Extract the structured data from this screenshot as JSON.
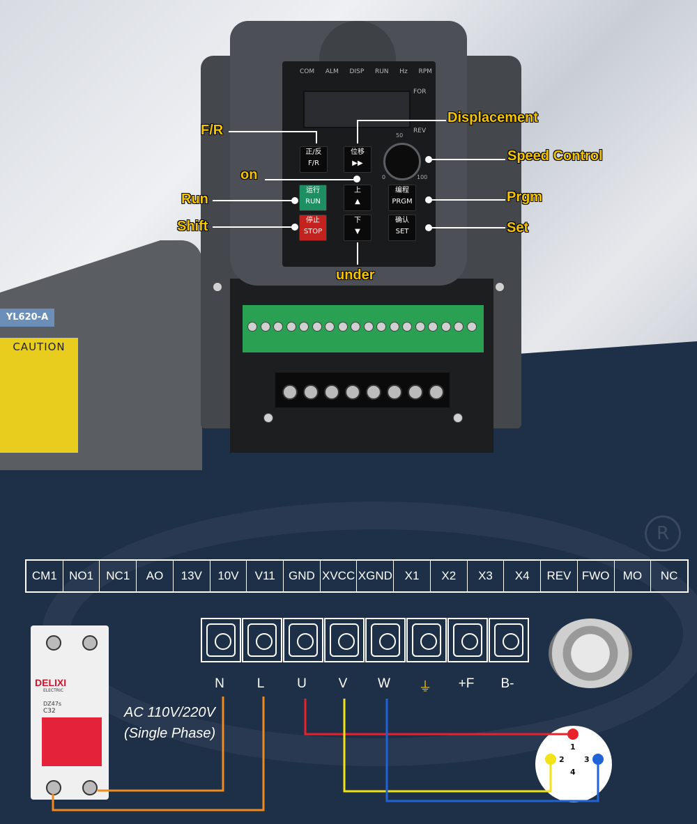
{
  "model_tag": "YL620-A",
  "caution_label": "CAUTION",
  "status_leds": [
    "COM",
    "ALM",
    "DISP",
    "RUN",
    "Hz",
    "RPM"
  ],
  "panel": {
    "for_label": "FOR",
    "rev_label": "REV",
    "dial_marks": [
      "0",
      "50",
      "100"
    ],
    "buttons": {
      "fr": {
        "cn": "正/反",
        "en": "F/R"
      },
      "displacement": {
        "cn": "位移",
        "en": "▶▶"
      },
      "up": {
        "cn": "上",
        "en": "▲"
      },
      "down": {
        "cn": "下",
        "en": "▼"
      },
      "run": {
        "cn": "运行",
        "en": "RUN"
      },
      "stop": {
        "cn": "停止",
        "en": "STOP"
      },
      "prgm": {
        "cn": "编程",
        "en": "PRGM"
      },
      "set": {
        "cn": "确认",
        "en": "SET"
      }
    }
  },
  "callouts": {
    "fr": "F/R",
    "displacement": "Displacement",
    "on": "on",
    "speed_control": "Speed Control",
    "run": "Run",
    "prgm": "Prgm",
    "shift": "Shift",
    "set": "Set",
    "under": "under"
  },
  "control_terminals": [
    "CM1",
    "NO1",
    "NC1",
    "AO",
    "13V",
    "10V",
    "V11",
    "GND",
    "XVCC",
    "XGND",
    "X1",
    "X2",
    "X3",
    "X4",
    "REV",
    "FWO",
    "MO",
    "NC"
  ],
  "power_terminals": [
    "N",
    "L",
    "U",
    "V",
    "W",
    "⏚",
    "+F",
    "B-"
  ],
  "breaker": {
    "brand": "DELIXI",
    "sub": "ELECTRIC",
    "model": "DZ47s",
    "rating": "C32"
  },
  "ac_label": "AC 110V/220V",
  "phase_label": "(Single Phase)",
  "connector_pins": [
    "1",
    "2",
    "3",
    "4"
  ],
  "wire_colors": {
    "orange": "#f08a1e",
    "red": "#e8222a",
    "yellow": "#f2e21a",
    "blue": "#1f63d6"
  },
  "registered_mark": "R"
}
